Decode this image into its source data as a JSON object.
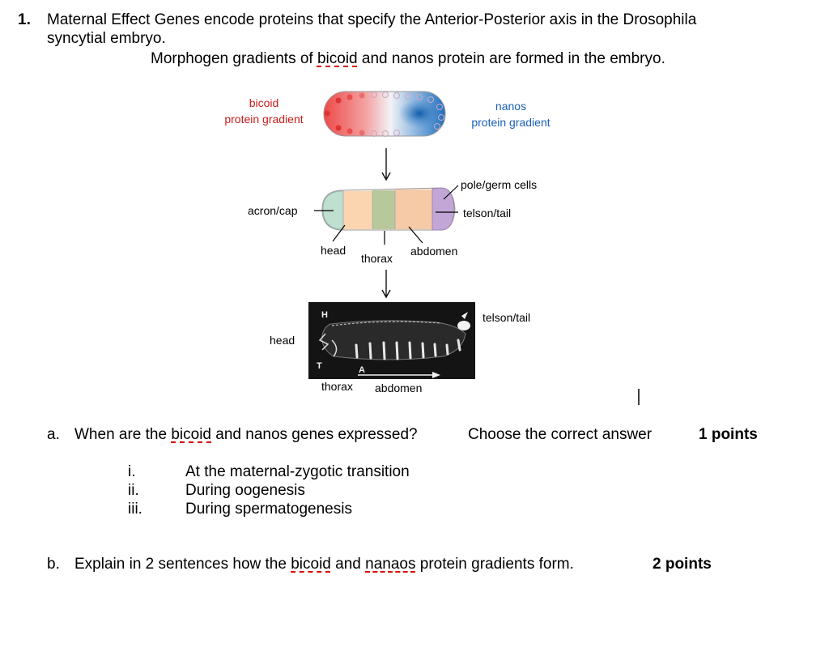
{
  "question": {
    "number": "1.",
    "line1": "Maternal Effect Genes encode proteins that specify the Anterior-Posterior axis in the Drosophila",
    "line2": "syncytial embryo.",
    "line3_pre": "Morphogen gradients of ",
    "line3_word": "bicoid",
    "line3_post": " and nanos protein are formed in the embryo."
  },
  "figure": {
    "bicoid_label_1": "bicoid",
    "bicoid_label_2": "protein gradient",
    "nanos_label_1": "nanos",
    "nanos_label_2": "protein gradient",
    "pole_label": "pole/germ cells",
    "acron_label": "acron/cap",
    "telson_label": "telson/tail",
    "head_label": "head",
    "thorax_label": "thorax",
    "abdomen_label": "abdomen",
    "micro_telson_label": "telson/tail",
    "micro_head_label": "head",
    "micro_thorax_label": "thorax",
    "micro_abdomen_label": "abdomen",
    "micro_H": "H",
    "micro_T": "T",
    "micro_A": "A"
  },
  "part_a": {
    "letter": "a.",
    "text_pre": "When are the ",
    "text_word": "bicoid",
    "text_post": " and nanos genes expressed?",
    "instruction": "Choose the correct answer",
    "points": "1 points",
    "options": [
      {
        "num": "i.",
        "text": "At the maternal-zygotic transition"
      },
      {
        "num": "ii.",
        "text": "During oogenesis"
      },
      {
        "num": "iii.",
        "text": "During spermatogenesis"
      }
    ]
  },
  "part_b": {
    "letter": "b.",
    "text_pre": "Explain in 2 sentences how the ",
    "word1": "bicoid",
    "text_mid": " and ",
    "word2": "nanaos",
    "text_post": " protein gradients form.",
    "points": "2 points"
  },
  "colors": {
    "bicoid_red": "#cc1b1b",
    "nanos_blue": "#1a5fb4"
  }
}
